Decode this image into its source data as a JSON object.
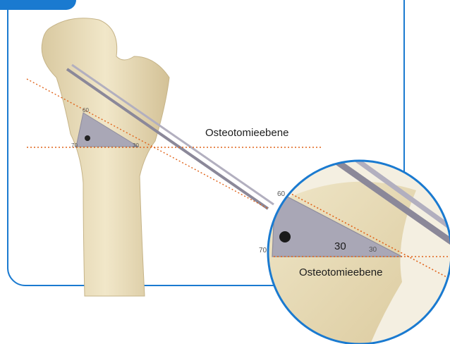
{
  "label_main": "Osteotomieebene",
  "label_zoom": "Osteotomieebene",
  "zoom_angle": "30",
  "wedge_ticks": {
    "top": "60",
    "left": "70",
    "right": "30"
  },
  "zoom_ticks": {
    "top": "60",
    "left": "70",
    "right": "30"
  },
  "colors": {
    "frame": "#1a7ad0",
    "cut_line": "#e0631a",
    "bone": "#e8dbb6",
    "wedge": "#a9a7b6"
  }
}
